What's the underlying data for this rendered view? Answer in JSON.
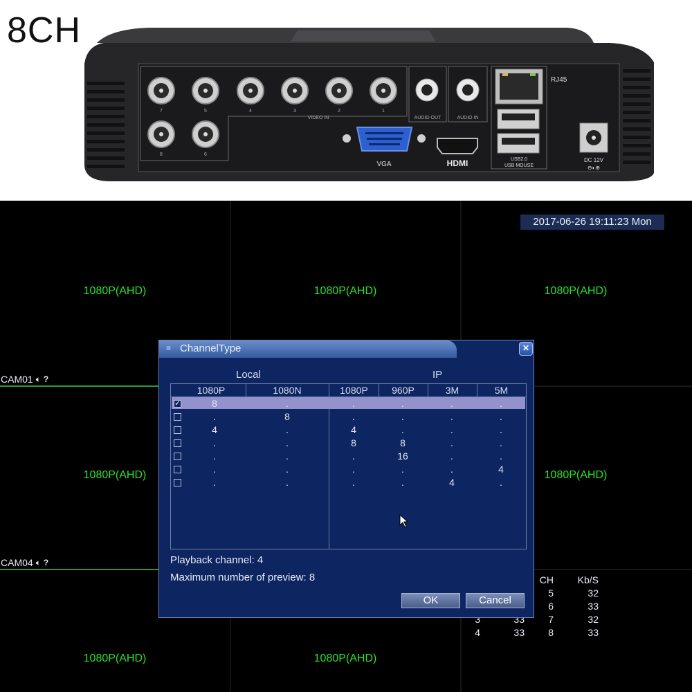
{
  "photo": {
    "channel_label": "8CH",
    "panel_labels": {
      "video_in": "VIDEO IN",
      "audio_out": "AUDIO OUT",
      "audio_in": "AUDIO IN",
      "vga": "VGA",
      "hdmi": "HDMI",
      "rj45": "RJ45",
      "usb": "USB2.0",
      "usb_mouse": "USB MOUSE",
      "dc": "DC 12V",
      "bnc_numbers": [
        "7",
        "5",
        "4",
        "3",
        "2",
        "1",
        "8",
        "6"
      ]
    }
  },
  "screen": {
    "datetime": "2017-06-26 19:11:23 Mon",
    "resolution_label": "1080P(AHD)",
    "cameras": [
      {
        "name": "CAM01"
      },
      {
        "name": "CAM04"
      }
    ],
    "stats": {
      "headers": [
        "CH",
        "Kb/S"
      ],
      "rows": [
        [
          "",
          "",
          "5",
          "32"
        ],
        [
          "",
          "",
          "6",
          "33"
        ],
        [
          "3",
          "33",
          "7",
          "32"
        ],
        [
          "4",
          "33",
          "8",
          "33"
        ]
      ]
    }
  },
  "dialog": {
    "title": "ChannelType",
    "group_local": "Local",
    "group_ip": "IP",
    "columns": [
      "1080P",
      "1080N",
      "1080P",
      "960P",
      "3M",
      "5M"
    ],
    "rows": [
      {
        "checked": true,
        "cells": [
          "8",
          ".",
          ".",
          ".",
          ".",
          "."
        ]
      },
      {
        "checked": false,
        "cells": [
          ".",
          "8",
          ".",
          ".",
          ".",
          "."
        ]
      },
      {
        "checked": false,
        "cells": [
          "4",
          ".",
          "4",
          ".",
          ".",
          "."
        ]
      },
      {
        "checked": false,
        "cells": [
          ".",
          ".",
          "8",
          "8",
          ".",
          "."
        ]
      },
      {
        "checked": false,
        "cells": [
          ".",
          ".",
          ".",
          "16",
          ".",
          "."
        ]
      },
      {
        "checked": false,
        "cells": [
          ".",
          ".",
          ".",
          ".",
          ".",
          "4"
        ]
      },
      {
        "checked": false,
        "cells": [
          ".",
          ".",
          ".",
          ".",
          "4",
          "."
        ]
      }
    ],
    "playback": "Playback channel: 4",
    "max_preview": "Maximum number of preview: 8",
    "ok": "OK",
    "cancel": "Cancel"
  }
}
